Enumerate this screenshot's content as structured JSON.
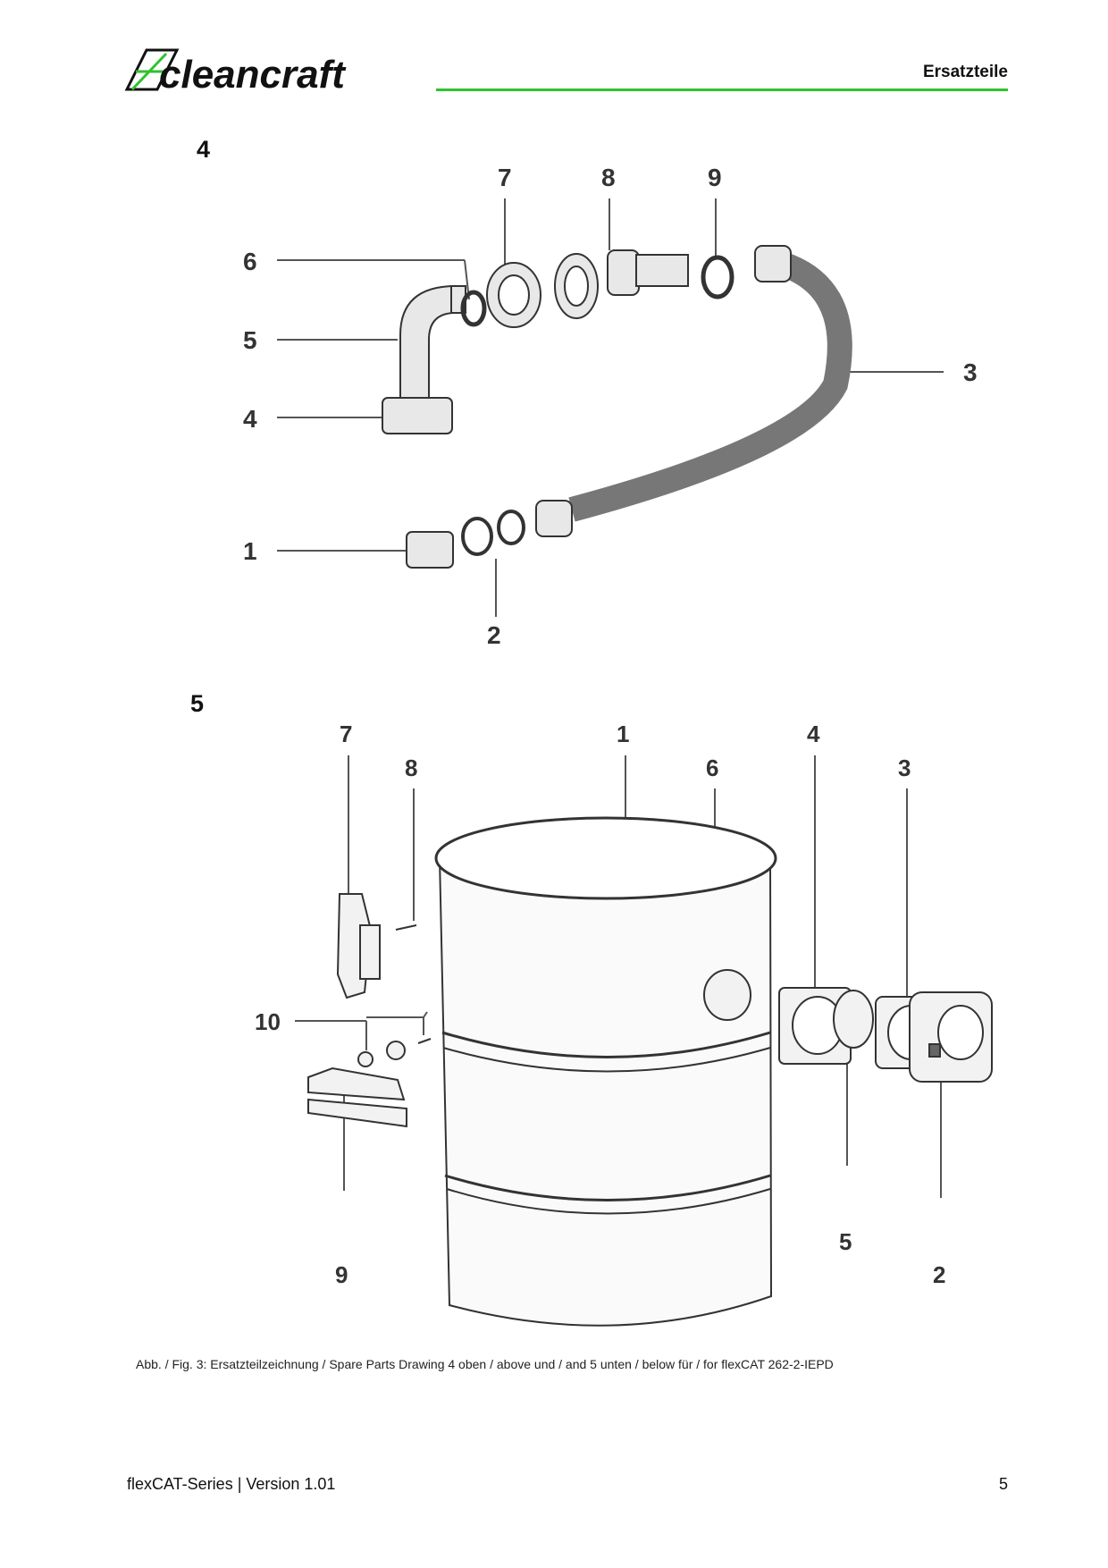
{
  "header": {
    "brand": "cleancraft",
    "title": "Ersatzteile",
    "accent_color": "#2fc22f"
  },
  "drawing4": {
    "label": "4",
    "callouts": [
      "1",
      "2",
      "3",
      "4",
      "5",
      "6",
      "7",
      "8",
      "9"
    ]
  },
  "drawing5": {
    "label": "5",
    "callouts": [
      "1",
      "2",
      "3",
      "4",
      "5",
      "6",
      "7",
      "8",
      "9",
      "10"
    ]
  },
  "caption": "Abb. / Fig. 3: Ersatzteilzeichnung / Spare Parts Drawing 4 oben / above und / and 5 unten / below für / for flexCAT 262-2-IEPD",
  "footer": {
    "series": "flexCAT-Series | Version 1.01",
    "page_number": "5"
  }
}
